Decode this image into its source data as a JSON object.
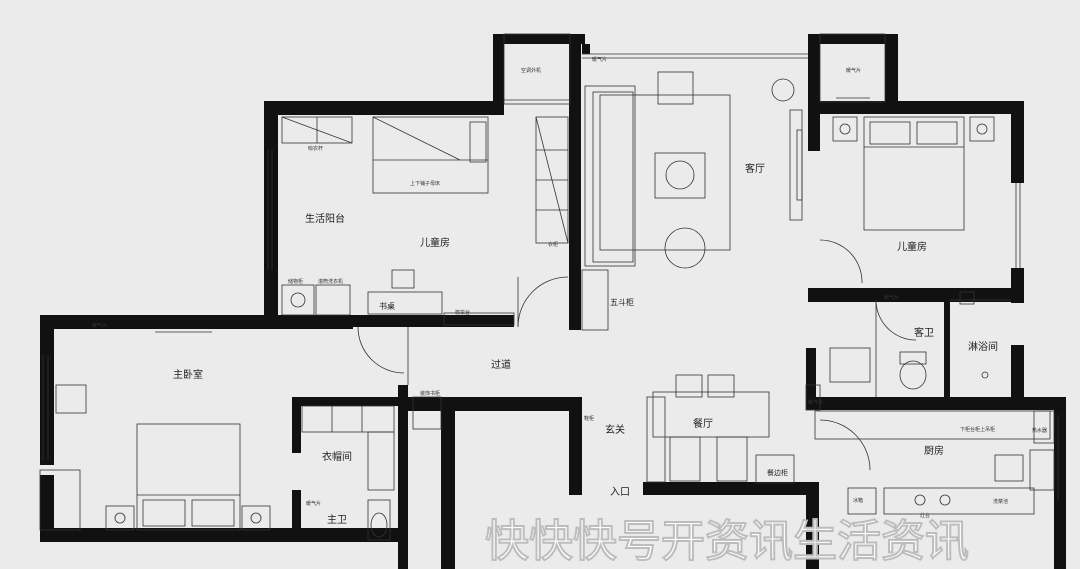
{
  "rooms": {
    "living_balcony": "生活阳台",
    "kids_room_1": "儿童房",
    "living_room": "客厅",
    "kids_room_2": "儿童房",
    "master_bedroom": "主卧室",
    "corridor": "过道",
    "guest_bath": "客卫",
    "shower": "淋浴间",
    "foyer": "玄关",
    "dining": "餐厅",
    "kitchen": "厨房",
    "closet": "衣帽间",
    "master_bath": "主卫",
    "entrance": "入口",
    "desk": "书桌",
    "chest": "五斗柜",
    "sideboard": "餐边柜"
  },
  "notes": {
    "ac_unit": "空调外机",
    "heating_1": "暖气片",
    "heating_2": "暖气片",
    "heating_3": "暖气片",
    "heating_4": "暖气片",
    "heating_5": "暖气片",
    "heating_6": "暖气片",
    "bunk_bed": "上下铺子母床",
    "drying_rack": "晾衣杆",
    "wardrobe": "衣柜",
    "washer": "滚筒洗衣机",
    "storage": "储物柜",
    "dressing": "梳妆台",
    "wall_cabinet": "装饰书柜",
    "shoe_cabinet": "鞋柜",
    "kitchen_top": "下柜台柜上吊柜",
    "water_heater": "热水器",
    "fridge": "冰箱",
    "sink": "洗菜池",
    "stove": "灶台"
  },
  "watermark": "快快快号开资讯生活资讯"
}
